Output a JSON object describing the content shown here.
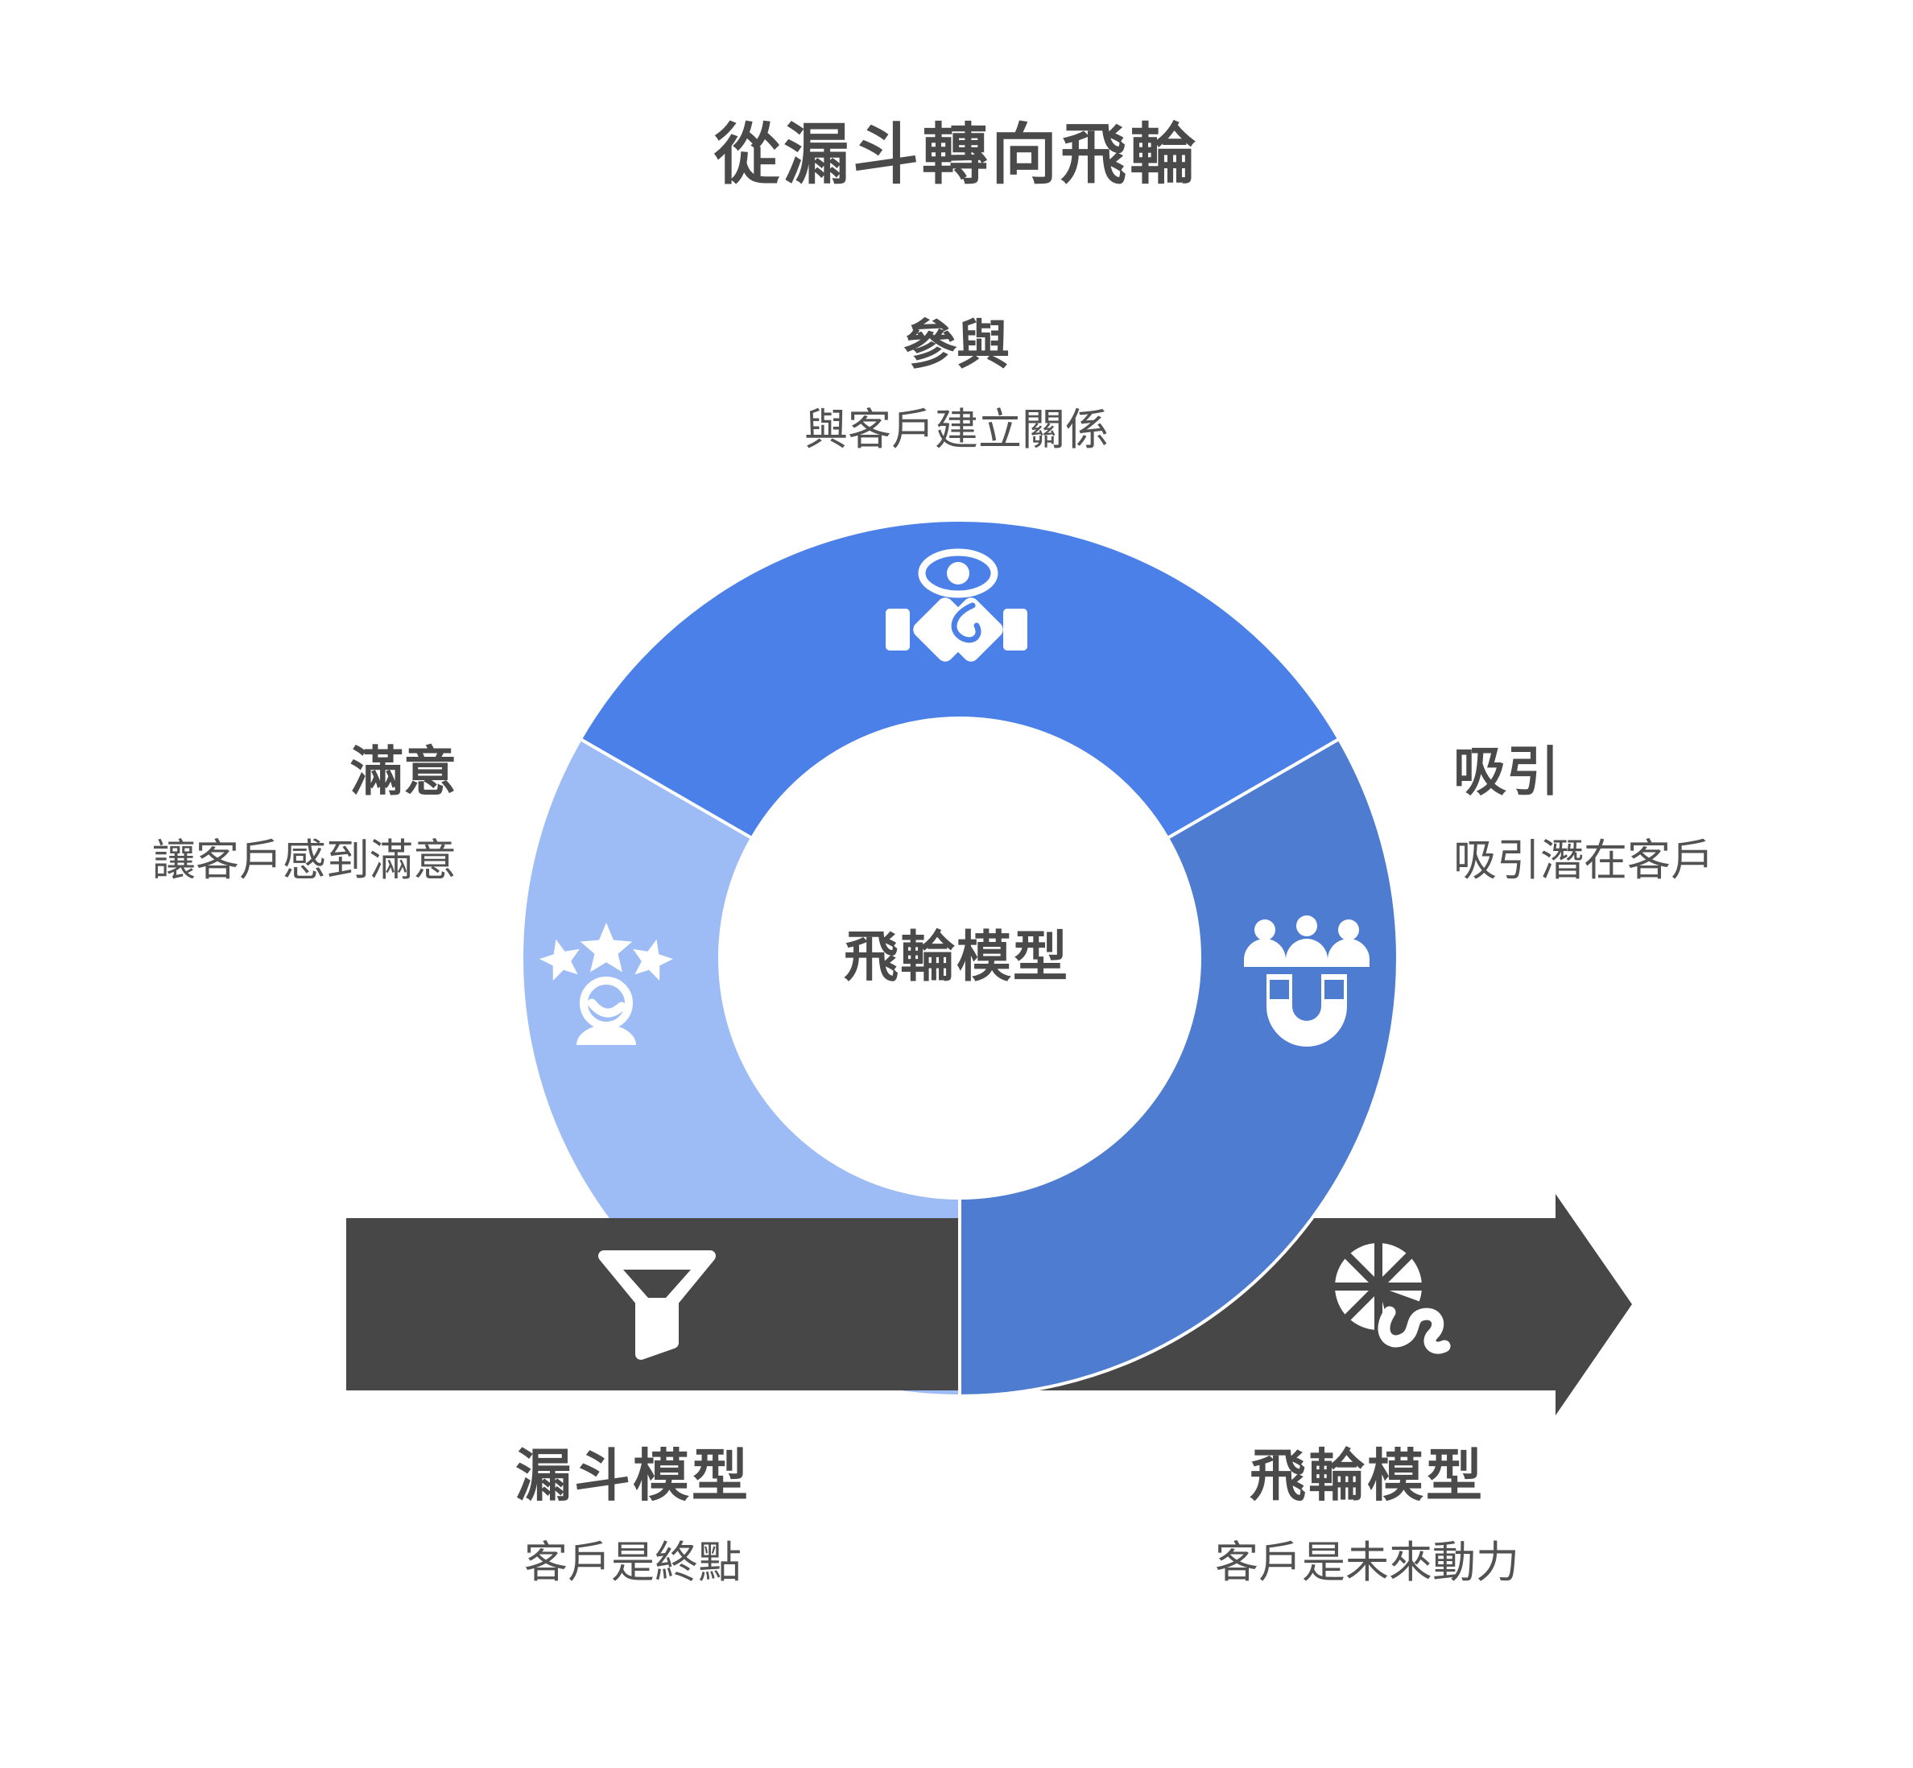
{
  "title": "從漏斗轉向飛輪",
  "colors": {
    "background": "#ffffff",
    "engage_blue": "#4a80e8",
    "attract_blue": "#4e7cd0",
    "delight_blue": "#9dbcf6",
    "arrow_dark": "#474747",
    "heading_text": "#4a4a4a",
    "body_text": "#525252",
    "icon": "#ffffff",
    "separator": "#ffffff"
  },
  "flywheel": {
    "center_label": "飛輪模型",
    "segments": {
      "engage": {
        "label": "參與",
        "description": "與客戶建立關係",
        "icon": "handshake-eye-icon",
        "position": "top"
      },
      "attract": {
        "label": "吸引",
        "description": "吸引潛在客戶",
        "icon": "magnet-people-icon",
        "position": "right"
      },
      "delight": {
        "label": "滿意",
        "description": "讓客戶感到滿意",
        "icon": "stars-person-icon",
        "position": "left"
      }
    }
  },
  "arrow": {
    "funnel": {
      "label": "漏斗模型",
      "description": "客戶是終點",
      "icon": "funnel-icon"
    },
    "flywheel": {
      "label": "飛輪模型",
      "description": "客戶是未來動力",
      "icon": "pinwheel-squiggle-icon"
    }
  }
}
